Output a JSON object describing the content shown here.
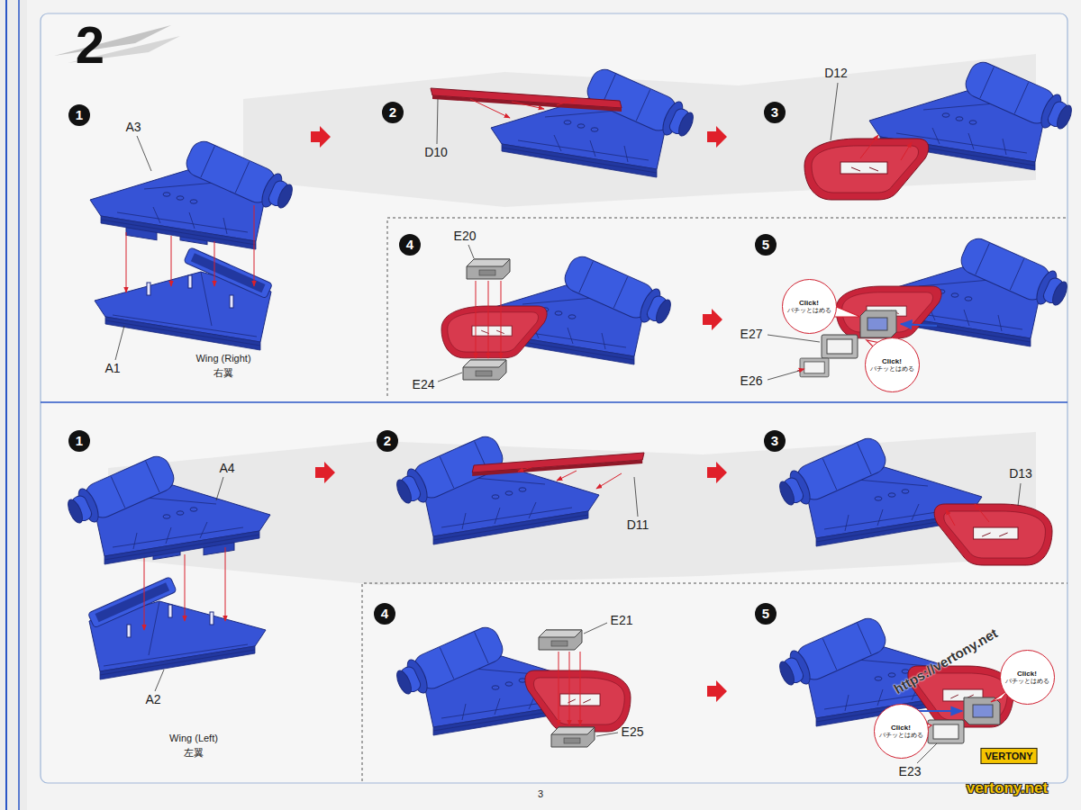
{
  "diagram": {
    "nodes": [
      {
        "text": [
          "Click!",
          "パチッとはめる"
        ]
      },
      {
        "text": [
          "Click!",
          "パチッとはめる"
        ]
      },
      {
        "text": [
          "Click!",
          "パチッとはめる"
        ]
      },
      {
        "text": [
          "Click!",
          "パチッとはめる"
        ]
      }
    ],
    "labels": [
      "2",
      "1",
      "A3",
      "A1",
      "Wing (Right)",
      "右翼",
      "2",
      "D10",
      "3",
      "D12",
      "4",
      "E20",
      "E24",
      "5",
      "E27",
      "E26",
      "1",
      "A4",
      "A2",
      "Wing (Left)",
      "左翼",
      "2",
      "D11",
      "3",
      "D13",
      "4",
      "E21",
      "E25",
      "5",
      "E23",
      "3",
      "https://vertony.net",
      "VERTONY",
      "vertony.net"
    ]
  }
}
